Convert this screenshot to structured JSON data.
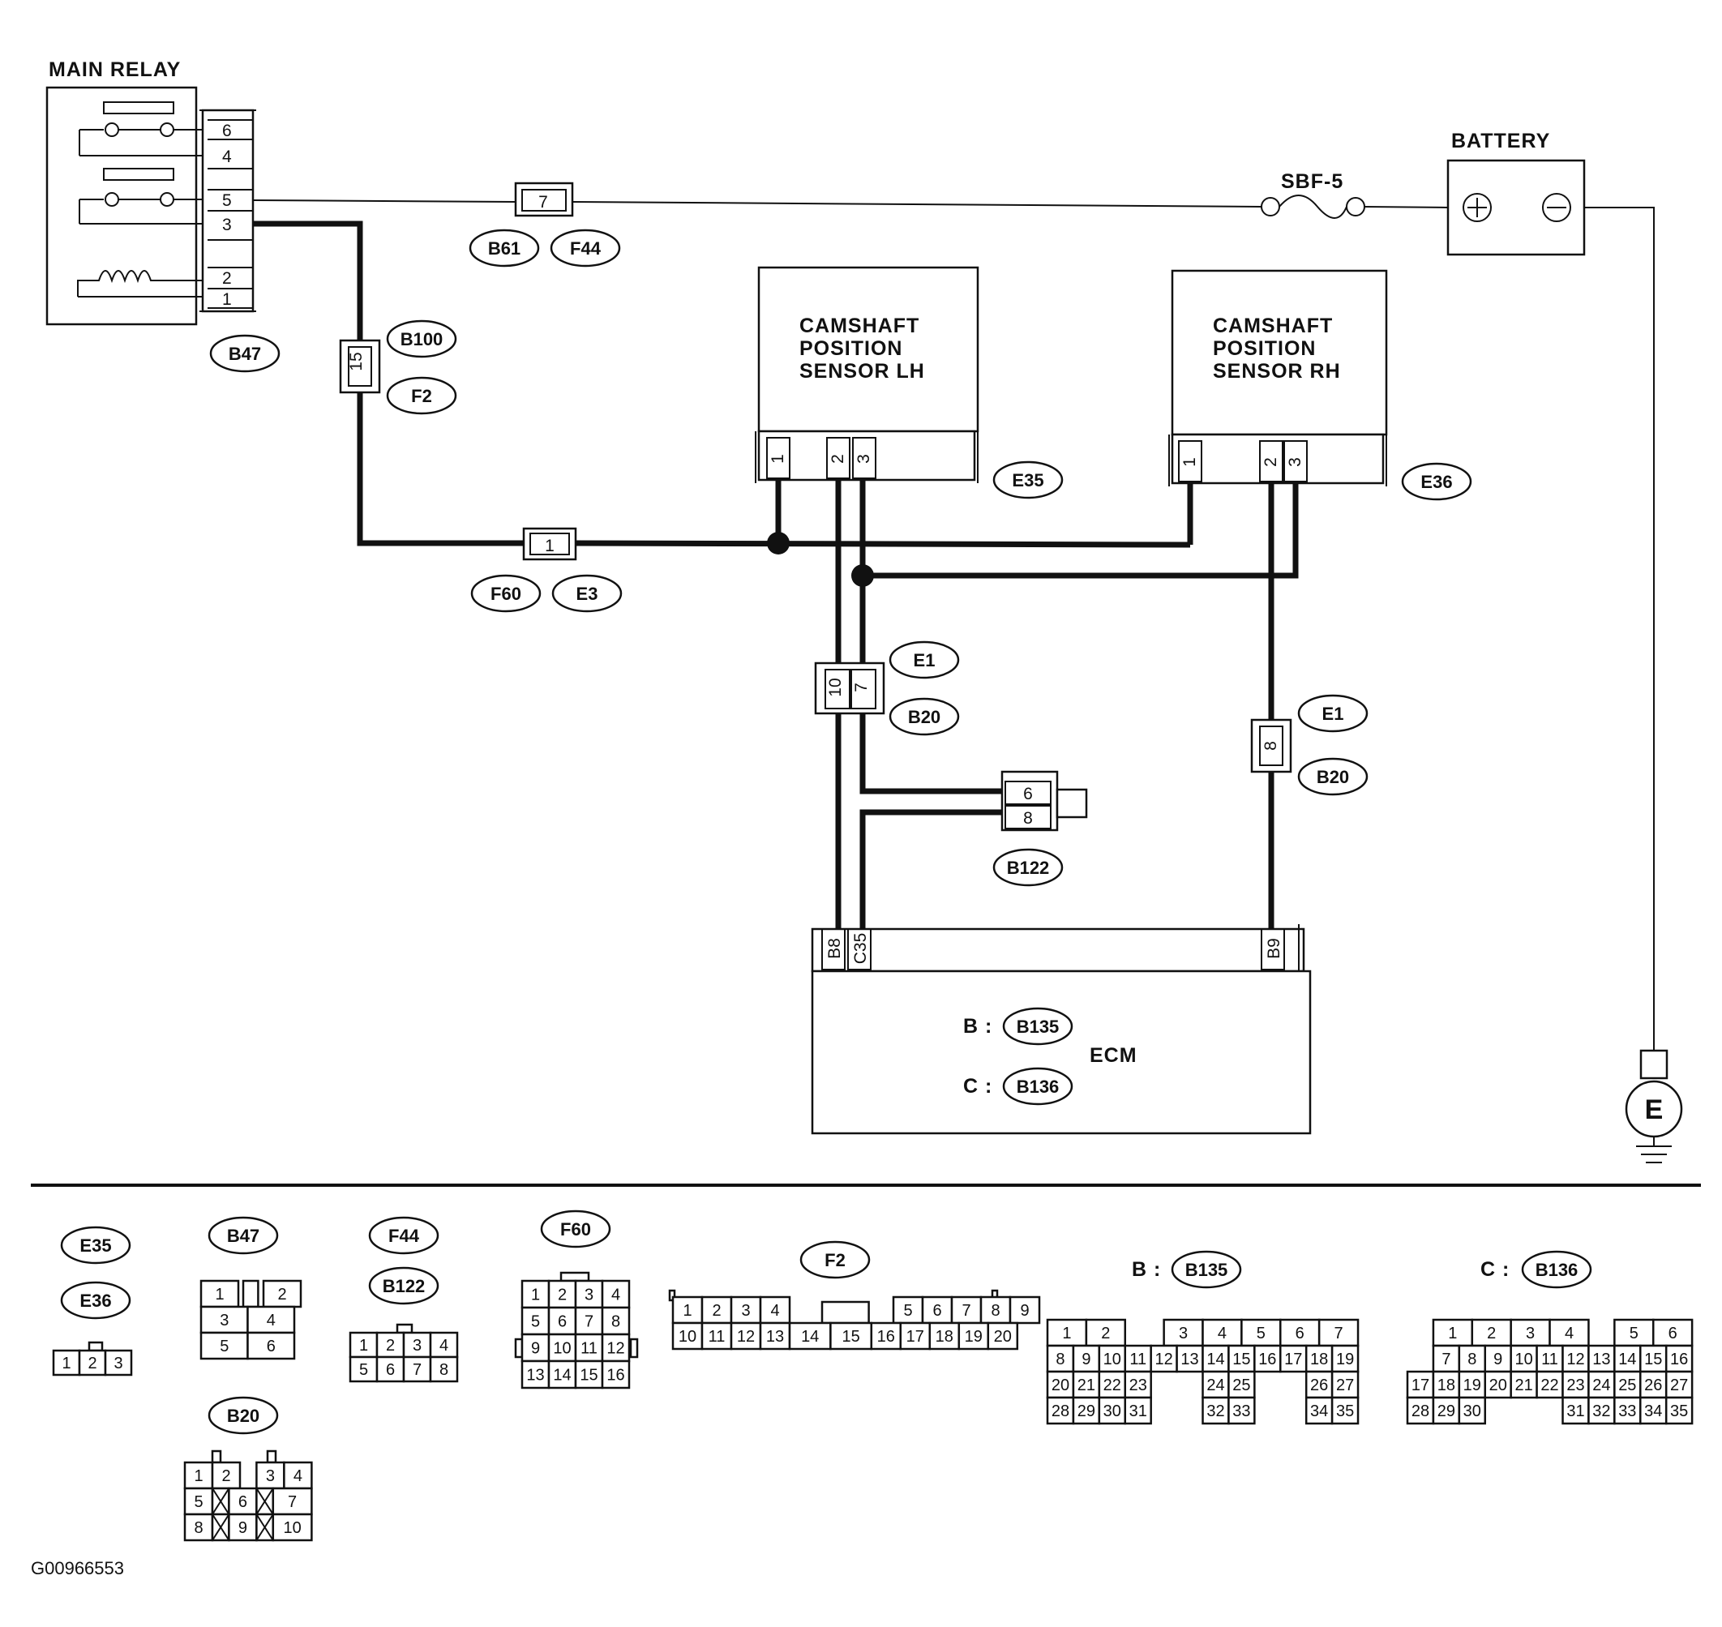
{
  "components": {
    "main_relay": "MAIN RELAY",
    "battery": "BATTERY",
    "fuse": "SBF-5",
    "cmp_lh": [
      "CAMSHAFT",
      "POSITION",
      "SENSOR LH"
    ],
    "cmp_rh": [
      "CAMSHAFT",
      "POSITION",
      "SENSOR RH"
    ],
    "ecm": "ECM",
    "ecm_b_prefix": "B :",
    "ecm_c_prefix": "C :",
    "ground": "E",
    "figure_id": "G00966553"
  },
  "pins": {
    "relay": [
      "6",
      "4",
      "5",
      "3",
      "2",
      "1"
    ],
    "f44": "7",
    "f2": "15",
    "e3": "1",
    "lh": [
      "1",
      "2",
      "3"
    ],
    "rh": [
      "1",
      "2",
      "3"
    ],
    "e1_lh": [
      "10",
      "7"
    ],
    "e1_rh": "8",
    "b122": [
      "6",
      "8"
    ],
    "ecm": [
      "B8",
      "C35",
      "B9"
    ]
  },
  "connectors": {
    "b47": "B47",
    "b61": "B61",
    "f44": "F44",
    "b100": "B100",
    "f2": "F2",
    "f60": "F60",
    "e3": "E3",
    "e35": "E35",
    "e36": "E36",
    "e1_a": "E1",
    "b20_a": "B20",
    "e1_b": "E1",
    "b20_b": "B20",
    "b122": "B122",
    "b135": "B135",
    "b136": "B136"
  },
  "legend": {
    "e35": "E35",
    "e36": "E36",
    "b47": "B47",
    "f44": "F44",
    "b122": "B122",
    "f60": "F60",
    "f2": "F2",
    "b20": "B20",
    "b135_prefix": "B :",
    "b135": "B135",
    "c136_prefix": "C :",
    "b136": "B136"
  },
  "pinouts": {
    "e35_e36": [
      [
        "1",
        "2",
        "3"
      ]
    ],
    "b47": [
      [
        "1",
        "",
        "2"
      ],
      [
        "3",
        "4"
      ],
      [
        "5",
        "6"
      ]
    ],
    "f44_b122": [
      [
        "1",
        "2",
        "3",
        "4"
      ],
      [
        "5",
        "6",
        "7",
        "8"
      ]
    ],
    "f60": [
      [
        "1",
        "2",
        "3",
        "4"
      ],
      [
        "5",
        "6",
        "7",
        "8"
      ],
      [
        "9",
        "10",
        "11",
        "12"
      ],
      [
        "13",
        "14",
        "15",
        "16"
      ]
    ],
    "f2": [
      [
        "1",
        "2",
        "3",
        "4",
        "",
        "5",
        "6",
        "7",
        "8",
        "9"
      ],
      [
        "10",
        "11",
        "12",
        "13",
        "14",
        "15",
        "16",
        "17",
        "18",
        "19",
        "20"
      ]
    ],
    "b20": [
      [
        "1",
        "2",
        "3",
        "4"
      ],
      [
        "5",
        "6",
        "7"
      ],
      [
        "8",
        "9",
        "10"
      ]
    ],
    "b135": [
      [
        "1",
        "2",
        "3",
        "4",
        "5",
        "6",
        "7"
      ],
      [
        "8",
        "9",
        "10",
        "11",
        "12",
        "13",
        "14",
        "15",
        "16",
        "17",
        "18",
        "19"
      ],
      [
        "20",
        "21",
        "22",
        "23",
        "24",
        "25",
        "26",
        "27"
      ],
      [
        "28",
        "29",
        "30",
        "31",
        "32",
        "33",
        "34",
        "35"
      ]
    ],
    "b136": [
      [
        "1",
        "2",
        "3",
        "4",
        "5",
        "6"
      ],
      [
        "7",
        "8",
        "9",
        "10",
        "11",
        "12",
        "13",
        "14",
        "15",
        "16"
      ],
      [
        "17",
        "18",
        "19",
        "20",
        "21",
        "22",
        "23",
        "24",
        "25",
        "26",
        "27"
      ],
      [
        "28",
        "29",
        "30",
        "31",
        "32",
        "33",
        "34",
        "35"
      ]
    ]
  }
}
